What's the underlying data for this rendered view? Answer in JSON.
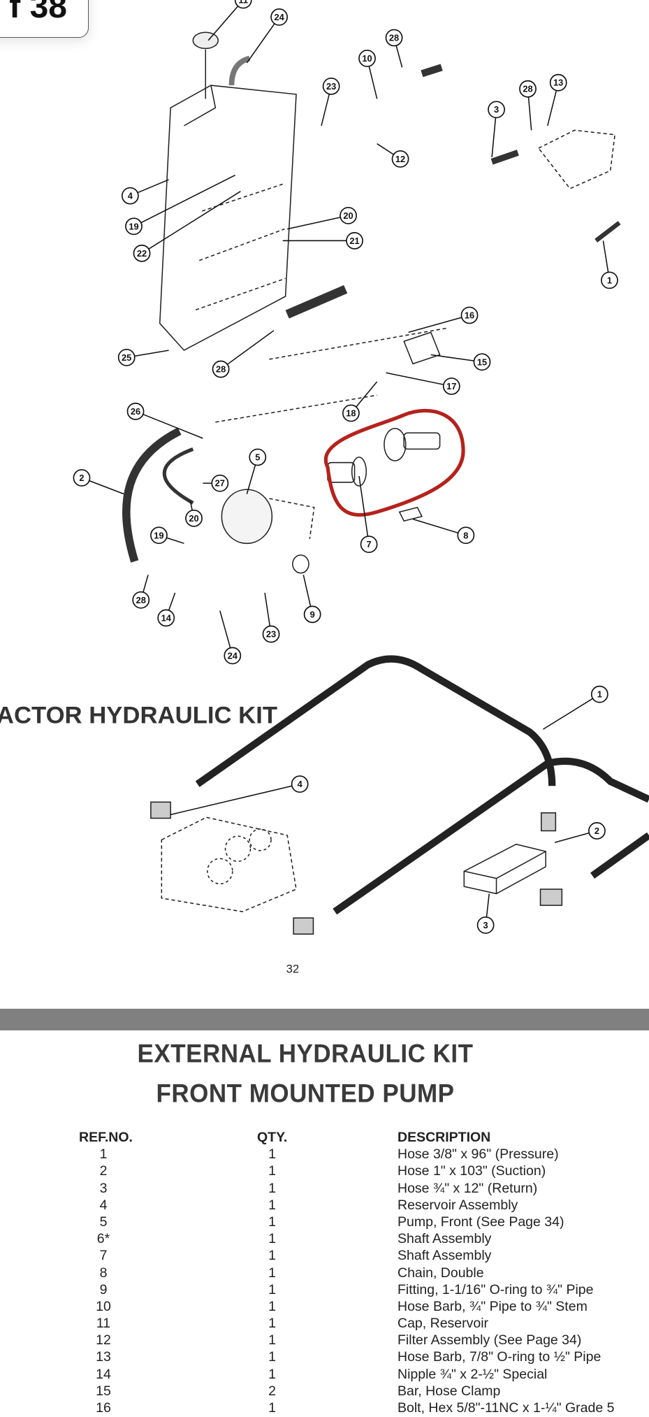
{
  "page_badge": "f 38",
  "diagram_top": {
    "callouts": [
      "11",
      "24",
      "28",
      "10",
      "23",
      "28",
      "13",
      "3",
      "12",
      "4",
      "19",
      "22",
      "20",
      "21",
      "1",
      "16",
      "15",
      "25",
      "28",
      "17",
      "18",
      "26",
      "27",
      "2",
      "5",
      "20",
      "19",
      "7",
      "8",
      "28",
      "14",
      "9",
      "23",
      "24"
    ],
    "highlight_color": "#b5221c"
  },
  "diagram_bottom": {
    "heading_fragment": "ACTOR HYDRAULIC KIT",
    "callouts": [
      "1",
      "4",
      "2",
      "3"
    ],
    "page_number": "32"
  },
  "section": {
    "title_line1": "EXTERNAL HYDRAULIC KIT",
    "title_line2": "FRONT MOUNTED PUMP"
  },
  "table": {
    "headers": {
      "ref": "REF.NO.",
      "qty": "QTY.",
      "desc": "DESCRIPTION"
    },
    "rows": [
      {
        "ref": "1",
        "qty": "1",
        "desc": "Hose 3/8\" x 96\" (Pressure)"
      },
      {
        "ref": "2",
        "qty": "1",
        "desc": "Hose 1\" x 103\" (Suction)"
      },
      {
        "ref": "3",
        "qty": "1",
        "desc": "Hose ¾\" x 12\" (Return)"
      },
      {
        "ref": "4",
        "qty": "1",
        "desc": "Reservoir Assembly"
      },
      {
        "ref": "5",
        "qty": "1",
        "desc": "Pump, Front (See Page 34)"
      },
      {
        "ref": "6*",
        "qty": "1",
        "desc": "Shaft Assembly"
      },
      {
        "ref": "7",
        "qty": "1",
        "desc": "Shaft Assembly"
      },
      {
        "ref": "8",
        "qty": "1",
        "desc": "Chain, Double"
      },
      {
        "ref": "9",
        "qty": "1",
        "desc": "Fitting, 1-1/16\" O-ring to ¾\" Pipe"
      },
      {
        "ref": "10",
        "qty": "1",
        "desc": "Hose Barb, ¾\" Pipe to ¾\" Stem"
      },
      {
        "ref": "11",
        "qty": "1",
        "desc": "Cap, Reservoir"
      },
      {
        "ref": "12",
        "qty": "1",
        "desc": "Filter Assembly (See Page 34)"
      },
      {
        "ref": "13",
        "qty": "1",
        "desc": "Hose Barb, 7/8\" O-ring to ½\" Pipe"
      },
      {
        "ref": "14",
        "qty": "1",
        "desc": "Nipple ¾\" x 2-½\" Special"
      },
      {
        "ref": "15",
        "qty": "2",
        "desc": "Bar, Hose Clamp"
      },
      {
        "ref": "16",
        "qty": "1",
        "desc": "Bolt, Hex 5/8\"-11NC x 1-¼\" Grade 5"
      }
    ]
  }
}
